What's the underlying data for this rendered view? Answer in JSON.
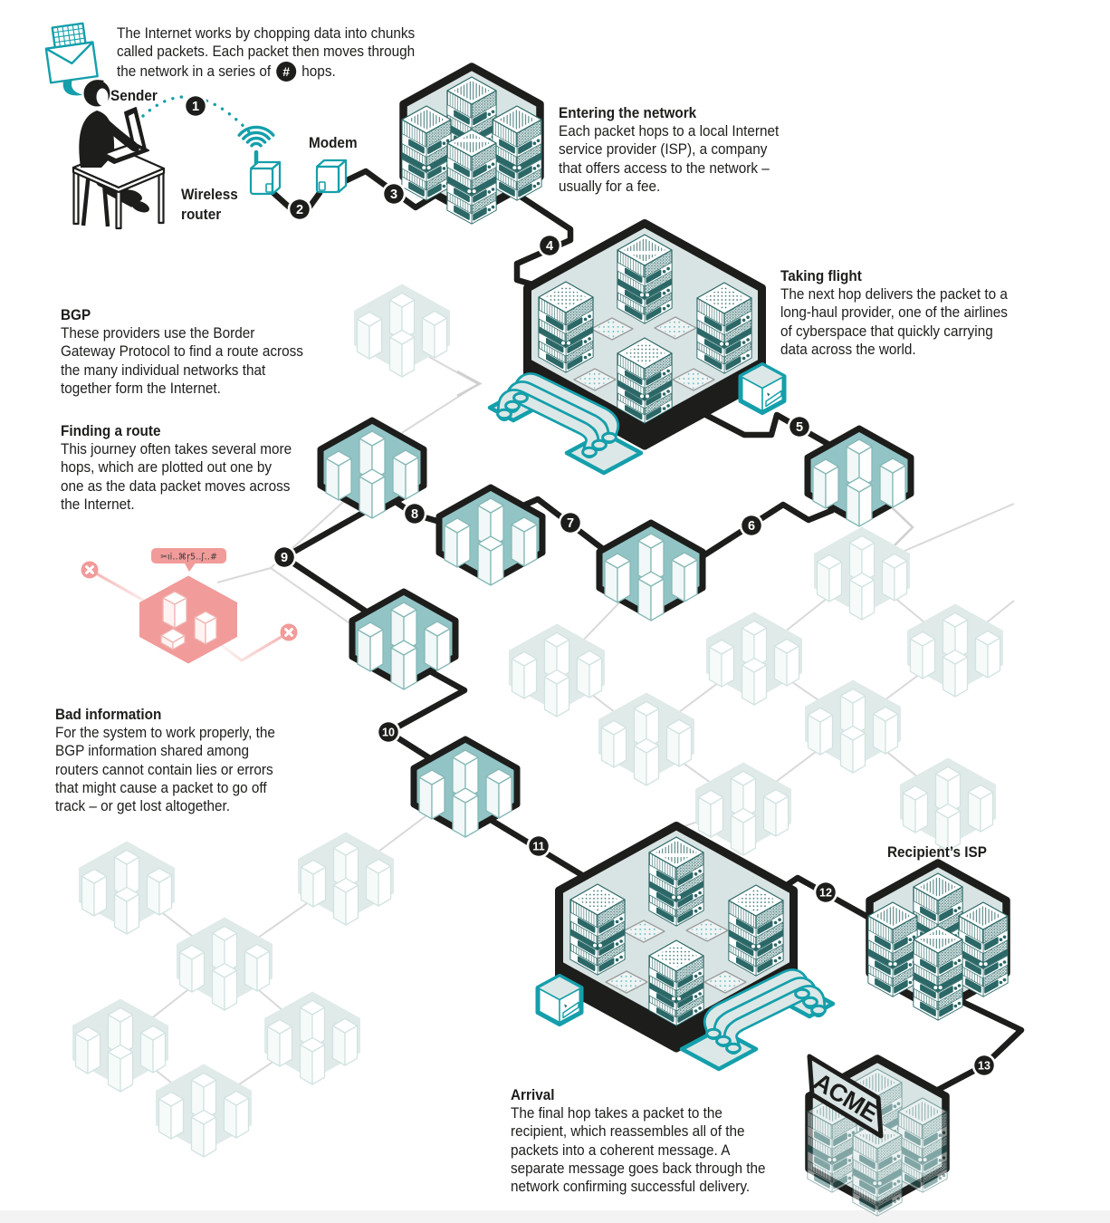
{
  "intro": {
    "lines": [
      "The Internet works by chopping data into chunks",
      "called packets. Each packet then moves through",
      "the network in a series of"
    ],
    "hash_badge": "#",
    "suffix": "hops."
  },
  "labels": {
    "sender": "Sender",
    "wireless_router": "Wireless\nrouter",
    "modem": "Modem",
    "recipients_isp": "Recipient’s ISP",
    "acme_sign": "ACME"
  },
  "sections": {
    "entering": {
      "heading": "Entering the network",
      "body": "Each packet hops to a local Internet\nservice provider (ISP), a company\nthat offers access to the network –\nusually for a fee."
    },
    "taking_flight": {
      "heading": "Taking flight",
      "body": "The next hop delivers the packet to a\nlong-haul provider, one of the airlines\nof cyberspace that quickly carrying\ndata across the world."
    },
    "bgp": {
      "heading": "BGP",
      "body": "These providers use the Border\nGateway Protocol to find a route across\nthe many individual networks that\ntogether form the Internet."
    },
    "finding_route": {
      "heading": "Finding a route",
      "body": "This journey often takes several more\nhops, which are plotted out one by\none as the data packet moves across\nthe Internet."
    },
    "bad_information": {
      "heading": "Bad information",
      "body": "For the system to work properly, the\nBGP information shared among\nrouters cannot contain lies or errors\nthat might cause a packet to go off\ntrack – or get lost altogether."
    },
    "arrival": {
      "heading": "Arrival",
      "body": "The final hop takes a packet to the\nrecipient, which reassembles all of the\npackets into a coherent message. A\nseparate message goes back through the\nnetwork confirming successful delivery."
    }
  },
  "hops": [
    "1",
    "2",
    "3",
    "4",
    "5",
    "6",
    "7",
    "8",
    "9",
    "10",
    "11",
    "12",
    "13"
  ],
  "bad_packet": {
    "tag_symbols": "✂ıi‥⌘ŗ5‥ʃ‥#"
  },
  "colors": {
    "accent_teal": "#149fab",
    "dark_teal": "#2b6867",
    "cluster_teal": "#92c4c6",
    "pale_teal": "#dfeae9",
    "alert_pink": "#f19b9a",
    "ink": "#1d1d1b"
  }
}
